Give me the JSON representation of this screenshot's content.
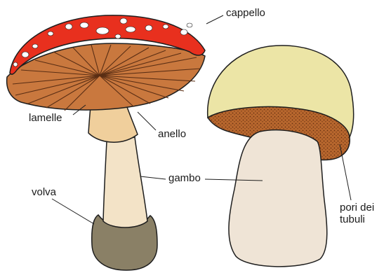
{
  "labels": {
    "cappello": "cappello",
    "lamelle": "lamelle",
    "anello": "anello",
    "gambo": "gambo",
    "volva": "volva",
    "pori_line1": "pori dei",
    "pori_line2": "tubuli"
  },
  "colors": {
    "amanita_cap": "#e8301e",
    "amanita_spots": "#ffffff",
    "gills": "#c9783e",
    "gill_lines": "#5a2e14",
    "amanita_stem": "#f3e3c7",
    "ring": "#f0cf9c",
    "volva": "#8a8066",
    "boletus_cap": "#ece5a6",
    "pores": "#b8672e",
    "pore_dots": "#6b3312",
    "boletus_stem": "#efe4d6",
    "outline": "#1e1e1e"
  }
}
